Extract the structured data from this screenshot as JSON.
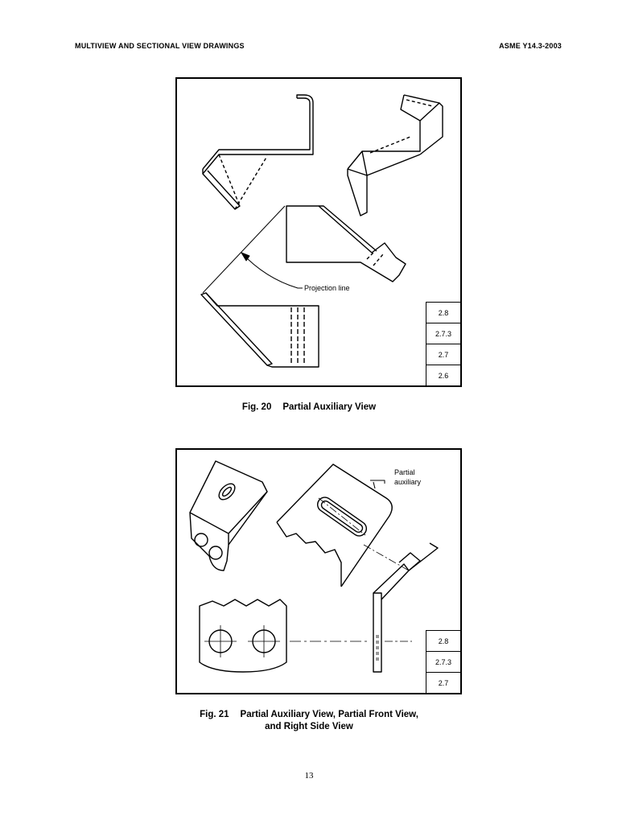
{
  "header": {
    "left": "MULTIVIEW AND SECTIONAL VIEW DRAWINGS",
    "right": "ASME Y14.3-2003"
  },
  "figures": [
    {
      "id": "fig20",
      "number": "Fig. 20",
      "title": "Partial Auxiliary View",
      "callout": "Projection line",
      "refs": [
        "2.8",
        "2.7.3",
        "2.7",
        "2.6"
      ]
    },
    {
      "id": "fig21",
      "number": "Fig. 21",
      "title_line1": "Partial Auxiliary View, Partial Front View,",
      "title_line2": "and Right Side View",
      "callout_line1": "Partial",
      "callout_line2": "auxiliary",
      "refs": [
        "2.8",
        "2.7.3",
        "2.7"
      ]
    }
  ],
  "page_number": "13"
}
